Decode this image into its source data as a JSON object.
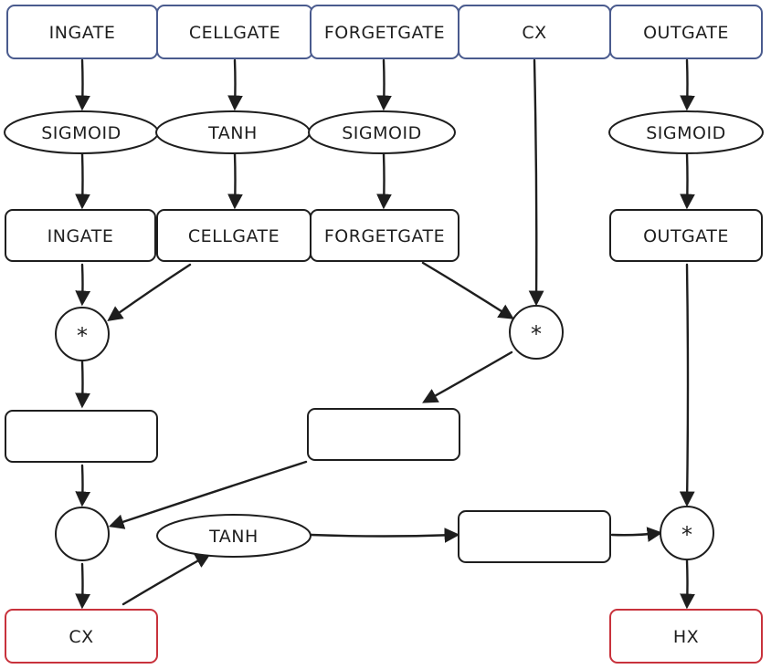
{
  "diagram": {
    "inputs": {
      "ingate": "INGATE",
      "cellgate": "CELLGATE",
      "forgetgate": "FORGETGATE",
      "cx": "CX",
      "outgate": "OUTGATE"
    },
    "activations": {
      "sigmoid_ingate": "SIGMOID",
      "tanh_cellgate": "TANH",
      "sigmoid_forgetgate": "SIGMOID",
      "sigmoid_outgate": "SIGMOID",
      "tanh_cx": "TANH"
    },
    "activated": {
      "ingate": "INGATE",
      "cellgate": "CELLGATE",
      "forgetgate": "FORGETGATE",
      "outgate": "OUTGATE"
    },
    "operators": {
      "mul_in_cell": "*",
      "mul_forget_cx": "*",
      "add": "",
      "mul_out": "*"
    },
    "outputs": {
      "cx": "CX",
      "hx": "HX"
    }
  }
}
